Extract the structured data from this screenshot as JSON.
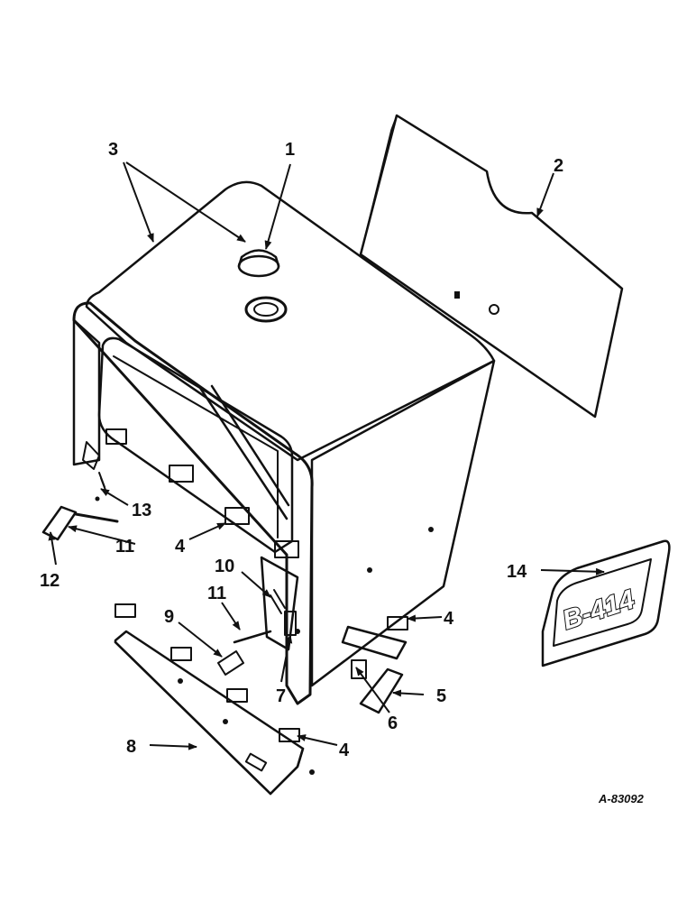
{
  "diagram": {
    "callouts": [
      "1",
      "2",
      "3",
      "4",
      "4",
      "4",
      "5",
      "6",
      "7",
      "8",
      "9",
      "10",
      "11",
      "11",
      "12",
      "13",
      "14"
    ],
    "emblem_text": "B-414",
    "part_number": "A-83092"
  },
  "colors": {
    "ink": "#111111",
    "paper": "#ffffff",
    "shade": "#9a9a9a"
  }
}
